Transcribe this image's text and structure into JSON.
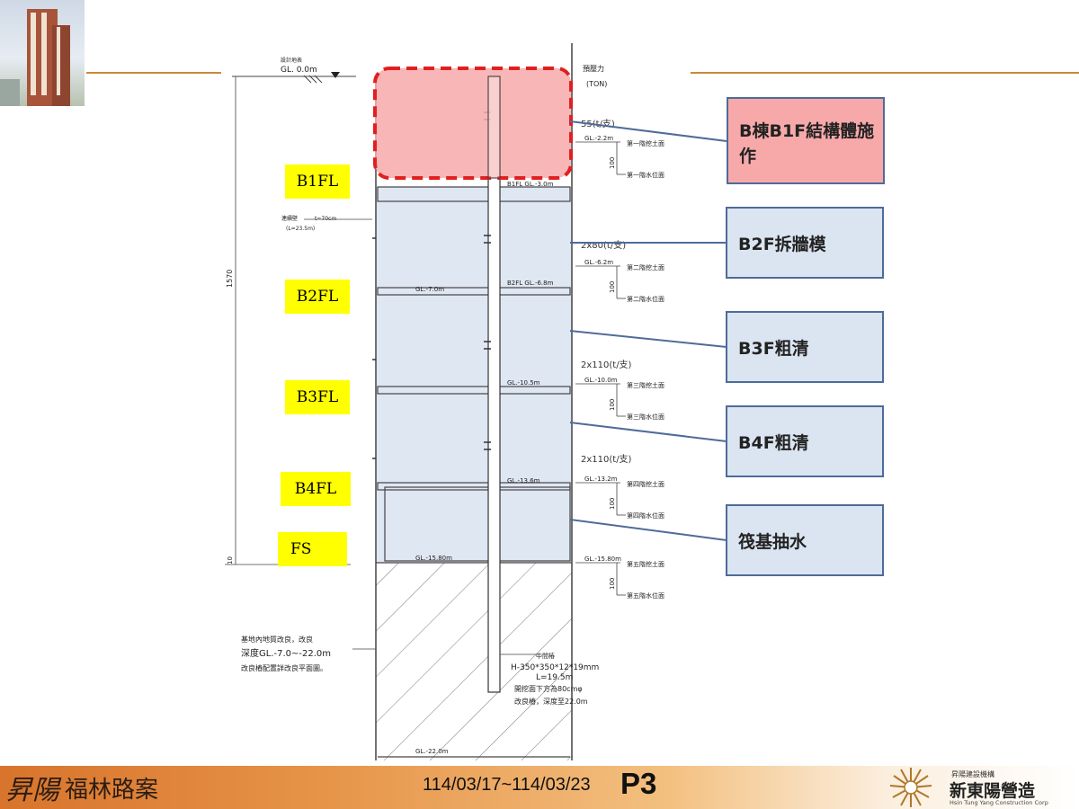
{
  "floor_labels": {
    "b1fl": "B1FL",
    "b2fl": "B2FL",
    "b3fl": "B3FL",
    "b4fl": "B4FL",
    "fs": "FS"
  },
  "callouts": {
    "b1f": "B棟B1F結構體施作",
    "b2f": "B2F拆牆模",
    "b3f": "B3F粗清",
    "b4f": "B4F粗清",
    "fs": "筏基抽水"
  },
  "drawing": {
    "gl_header": "設計地表",
    "gl_label": "GL. 0.0m",
    "preload_title": "預壓力",
    "preload_unit": "(TON)",
    "preload_1": "55(t/支)",
    "preload_2": "2x80(t/支)",
    "preload_3": "2x110(t/支)",
    "preload_4": "2x110(t/支)",
    "exc_1": "GL.-2.2m",
    "exc_1_note": "第一階挖土面",
    "water_1": "第一階水位面",
    "exc_2": "GL.-6.2m",
    "exc_2_note": "第二階挖土面",
    "water_2": "第二階水位面",
    "exc_3": "GL.-10.0m",
    "exc_3_note": "第三階挖土面",
    "water_3": "第三階水位面",
    "exc_4": "GL.-13.2m",
    "exc_4_note": "第四階挖土面",
    "water_4": "第四階水位面",
    "exc_5": "GL.-15.80m",
    "exc_5_note": "第五階挖土面",
    "water_5": "第五階水位面",
    "dim_100": "100",
    "b1fl_level": "B1FL GL.-3.0m",
    "b2fl_level": "B2FL GL.-6.8m",
    "level_7": "GL.-7.0m",
    "level_b3": "GL.-10.5m",
    "level_b4": "GL.-13.6m",
    "level_fs": "GL.-15.80m",
    "level_bottom": "GL.-22.0m",
    "wall_title": "連續壁",
    "wall_t": "t=70cm",
    "wall_l": "(L=23.5m)",
    "dim_1570": "1570",
    "dim_10": "10",
    "improve_1": "基地內地質改良，改良",
    "improve_2": "深度GL.-7.0~-22.0m",
    "improve_3": "改良樁配置詳改良平面圖。",
    "column_1": "中間樁",
    "column_2": "H-350*350*12*19mm",
    "column_3": "L=19.5m",
    "column_4": "開挖面下方為80cmφ",
    "column_5": "改良樁，深度至22.0m"
  },
  "footer": {
    "project_mark": "昇陽",
    "project_name": "福林路案",
    "date_range": "114/03/17~114/03/23",
    "page": "P3",
    "company_sub": "昇陽建設機構",
    "company_name": "新東陽營造",
    "company_en": "Hsin Tung Yang Construction Corp"
  },
  "colors": {
    "highlight_yellow": "#ffff00",
    "callout_blue": "#dbe4f1",
    "callout_border": "#4e6b99",
    "callout_pink": "#f7a9aa",
    "dashed_red": "#e02020",
    "footer_orange": "#d8742c"
  },
  "icons": {
    "thumbnail": "building-photo",
    "logo": "sunburst-logo"
  }
}
